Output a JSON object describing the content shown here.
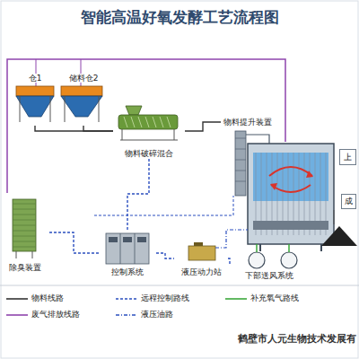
{
  "diagram": {
    "title": "智能高温好氧发酵工艺流程图",
    "nodes": [
      {
        "text": [
          "仓1"
        ]
      },
      {
        "text": [
          "储料仓2"
        ]
      },
      {
        "text": [
          "物料破碎混合"
        ]
      },
      {
        "text": [
          "物料提升装置"
        ]
      },
      {
        "text": [
          "上"
        ]
      },
      {
        "text": [
          "除臭装置"
        ]
      },
      {
        "text": [
          "控制系统"
        ]
      },
      {
        "text": [
          "液压动力站"
        ]
      },
      {
        "text": [
          "下部送风系统"
        ]
      },
      {
        "text": [
          "成"
        ]
      }
    ],
    "edges": [
      {
        "from": 0,
        "to": 2,
        "arrow": "none"
      },
      {
        "from": 1,
        "to": 2,
        "arrow": "none"
      },
      {
        "from": 2,
        "to": 3,
        "arrow": "none"
      },
      {
        "from": 6,
        "to": 2,
        "arrow": "none"
      },
      {
        "from": 6,
        "to": 5,
        "arrow": "none"
      },
      {
        "from": 6,
        "to": 7,
        "arrow": "none"
      },
      {
        "from": 7,
        "to": 8,
        "arrow": "none"
      }
    ],
    "labels": [
      "鹤壁市人元生物技术发展有"
    ],
    "legend": [
      {
        "text": "物料线路"
      },
      {
        "text": "远程控制路线"
      },
      {
        "text": "补充氧气路线"
      },
      {
        "text": "废气排放线路"
      },
      {
        "text": "液压油路"
      }
    ]
  }
}
